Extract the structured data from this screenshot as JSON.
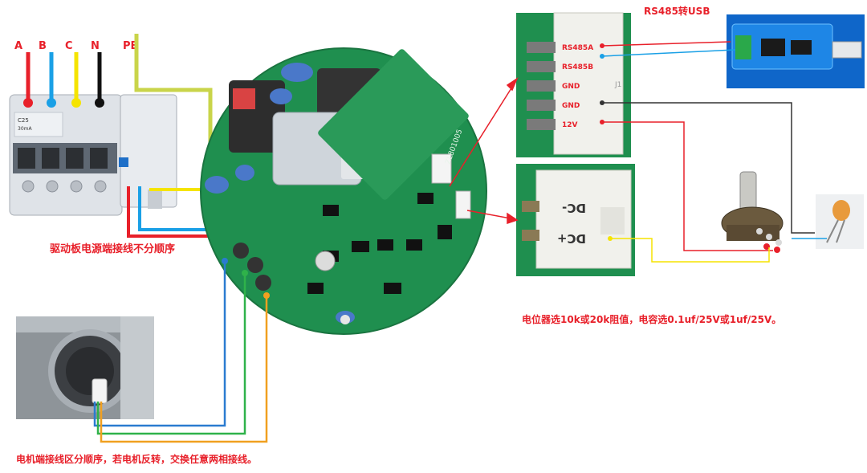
{
  "phases": [
    "A",
    "B",
    "C",
    "N",
    "PE"
  ],
  "breaker": {
    "model_text": "C25",
    "rating_text": "30mA"
  },
  "board": {
    "silk_text": "ZL801005"
  },
  "rs485": {
    "title": "RS485转USB",
    "pins": [
      "RS485A",
      "RS485B",
      "GND",
      "GND",
      "12V"
    ],
    "connector_label": "J1"
  },
  "dc_connector": {
    "pins": [
      "DC-",
      "DC+"
    ]
  },
  "notes": {
    "power": "驱动板电源端接线不分顺序",
    "motor": "电机端接线区分顺序，若电机反转，交换任意两相接线。",
    "pot": "电位器选10k或20k阻值，电容选0.1uf/25V或1uf/25V。"
  },
  "colors": {
    "red": "#e8202a",
    "blue": "#1aa0e6",
    "yellow": "#f5e400",
    "black": "#111111",
    "pe": "#c9d44a",
    "pcb": "#1f8f4f",
    "motor_blue": "#2a7bd0",
    "motor_green": "#2fb24a",
    "motor_orange": "#f0a020"
  }
}
